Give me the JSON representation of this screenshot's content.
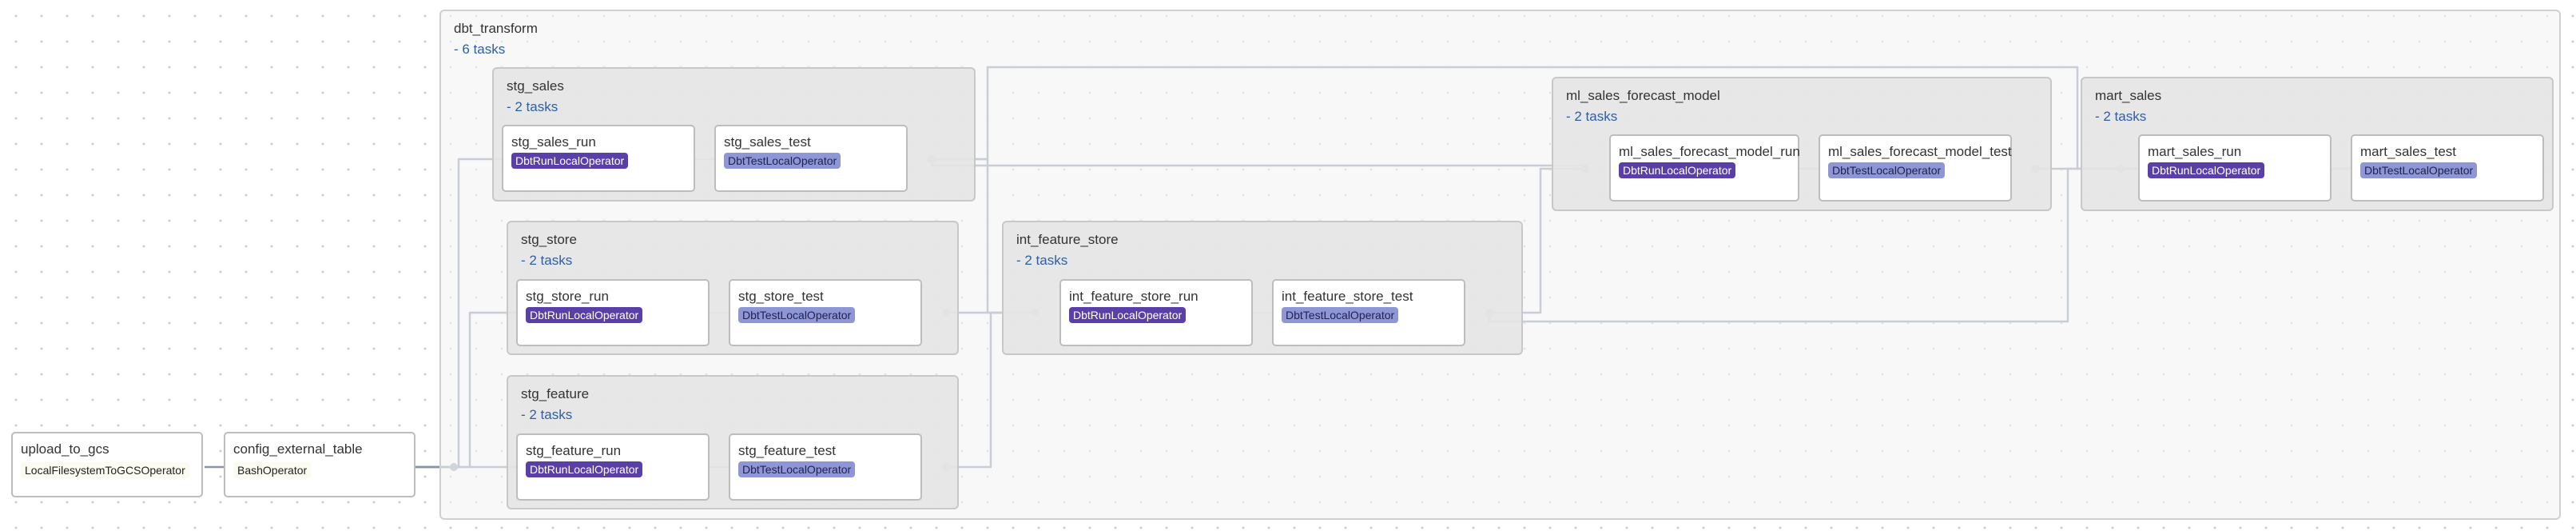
{
  "outer_group": {
    "title": "dbt_transform",
    "count": "- 6 tasks"
  },
  "groups": {
    "stg_sales": {
      "title": "stg_sales",
      "count": "- 2 tasks"
    },
    "stg_store": {
      "title": "stg_store",
      "count": "- 2 tasks"
    },
    "stg_feature": {
      "title": "stg_feature",
      "count": "- 2 tasks"
    },
    "int_feature_store": {
      "title": "int_feature_store",
      "count": "- 2 tasks"
    },
    "ml_sales_forecast_model": {
      "title": "ml_sales_forecast_model",
      "count": "- 2 tasks"
    },
    "mart_sales": {
      "title": "mart_sales",
      "count": "- 2 tasks"
    }
  },
  "tasks": {
    "upload_to_gcs": {
      "title": "upload_to_gcs",
      "operator": "LocalFilesystemToGCSOperator"
    },
    "config_external_table": {
      "title": "config_external_table",
      "operator": "BashOperator"
    },
    "stg_sales_run": {
      "title": "stg_sales_run",
      "operator": "DbtRunLocalOperator"
    },
    "stg_sales_test": {
      "title": "stg_sales_test",
      "operator": "DbtTestLocalOperator"
    },
    "stg_store_run": {
      "title": "stg_store_run",
      "operator": "DbtRunLocalOperator"
    },
    "stg_store_test": {
      "title": "stg_store_test",
      "operator": "DbtTestLocalOperator"
    },
    "stg_feature_run": {
      "title": "stg_feature_run",
      "operator": "DbtRunLocalOperator"
    },
    "stg_feature_test": {
      "title": "stg_feature_test",
      "operator": "DbtTestLocalOperator"
    },
    "int_feature_store_run": {
      "title": "int_feature_store_run",
      "operator": "DbtRunLocalOperator"
    },
    "int_feature_store_test": {
      "title": "int_feature_store_test",
      "operator": "DbtTestLocalOperator"
    },
    "ml_sales_forecast_model_run": {
      "title": "ml_sales_forecast_model_run",
      "operator": "DbtRunLocalOperator"
    },
    "ml_sales_forecast_model_test": {
      "title": "ml_sales_forecast_model_test",
      "operator": "DbtTestLocalOperator"
    },
    "mart_sales_run": {
      "title": "mart_sales_run",
      "operator": "DbtRunLocalOperator"
    },
    "mart_sales_test": {
      "title": "mart_sales_test",
      "operator": "DbtTestLocalOperator"
    }
  },
  "colors": {
    "run_badge": "#5b3fa8",
    "test_badge": "#8e96d6",
    "edge": "#8a93a8",
    "link": "#2f5ea8"
  }
}
